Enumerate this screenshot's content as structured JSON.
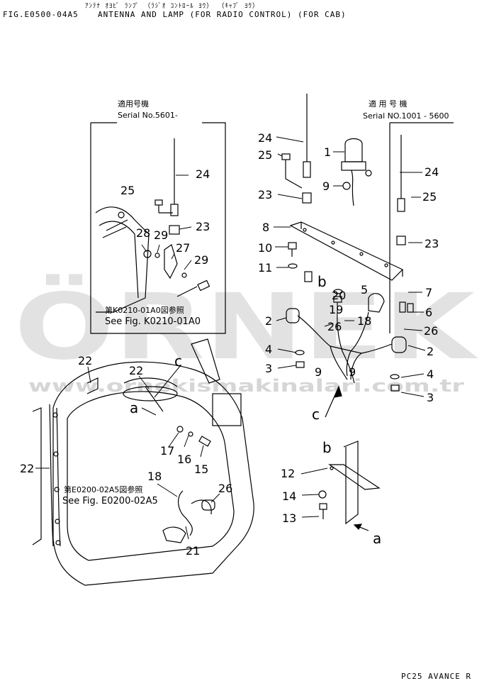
{
  "header": {
    "jp_title": "ｱﾝﾃﾅ ｵﾖﾋﾞ ﾗﾝﾌﾟ （ﾗｼﾞｵ ｺﾝﾄﾛｰﾙ ﾖｳ） （ｷｬﾌﾞ ﾖｳ）",
    "fig_code": "FIG.E0500-04A5",
    "en_title": "ANTENNA AND LAMP (FOR RADIO CONTROL) (FOR CAB)"
  },
  "footer": {
    "model": "PC25 AVANCE R"
  },
  "watermark": {
    "main": "ÖRNEK",
    "url": "www.ornekismakinalari.com.tr",
    "color": "#e2e2e2",
    "accent": "#f3d36a"
  },
  "serials": {
    "left": {
      "jp": "適用号機",
      "en": "Serial No.5601-"
    },
    "right": {
      "jp": "適 用 号 機",
      "en": "Serial NO.1001 - 5600"
    }
  },
  "references": {
    "k0210_jp": "第K0210-01A0図参照",
    "k0210_en": "See Fig. K0210-01A0",
    "e0200_jp": "第E0200-02A5図参照",
    "e0200_en": "See Fig. E0200-02A5"
  },
  "callouts": {
    "c1": "1",
    "c2a": "2",
    "c2b": "2",
    "c3a": "3",
    "c3b": "3",
    "c4a": "4",
    "c4b": "4",
    "c5": "5",
    "c6": "6",
    "c7": "7",
    "c8": "8",
    "c9a": "9",
    "c9b": "9",
    "c9c": "9",
    "c10": "10",
    "c11": "11",
    "c12": "12",
    "c13": "13",
    "c14": "14",
    "c15": "15",
    "c16": "16",
    "c17": "17",
    "c18a": "18",
    "c18b": "18",
    "c19": "19",
    "c20": "20",
    "c21": "21",
    "c22a": "22",
    "c22b": "22",
    "c22c": "22",
    "c23a": "23",
    "c23b": "23",
    "c23c": "23",
    "c24a": "24",
    "c24b": "24",
    "c24c": "24",
    "c25a": "25",
    "c25b": "25",
    "c25c": "25",
    "c26a": "26",
    "c26b": "26",
    "c26c": "26",
    "c27": "27",
    "c28": "28",
    "c29a": "29",
    "c29b": "29",
    "la": "a",
    "la2": "a",
    "lb": "b",
    "lb2": "b",
    "lc": "c",
    "lc2": "c"
  }
}
